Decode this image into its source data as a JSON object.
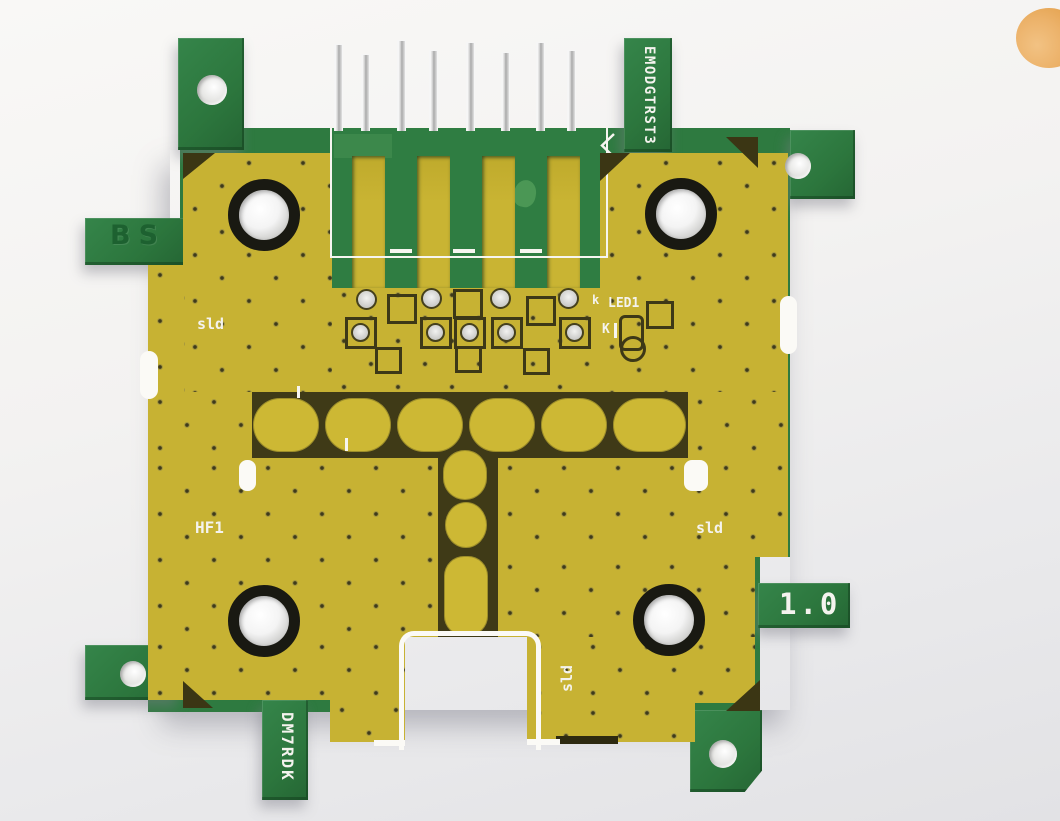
{
  "scene": {
    "description": "3D render of a green PCB module with gold copper pours",
    "pin_header": {
      "pin_count": 8
    }
  },
  "colors": {
    "background_top": "#f9f8f6",
    "background_bottom": "#e2e2e5",
    "board_green": "#2e7a40",
    "board_green_dark": "#1d5a2c",
    "copper_gold": "#c7b233",
    "pad_gold": "#cdb834",
    "substrate_dark": "#3f3a17",
    "silkscreen_white": "#f4f3ee",
    "hole_silver": "#e9e9e9",
    "sphere_orange": "#eaaa5f"
  },
  "silkscreen": {
    "module_id": "EMODGTRST3",
    "bs_label": "BS",
    "sld_top": "sld",
    "led_k": "k",
    "led_ref": "LED1",
    "led_cathode": "K",
    "hf1": "HF1",
    "sld_right": "sld",
    "version": "1.0",
    "callsign": "DM7RDK",
    "sld_bottom": "sld"
  }
}
